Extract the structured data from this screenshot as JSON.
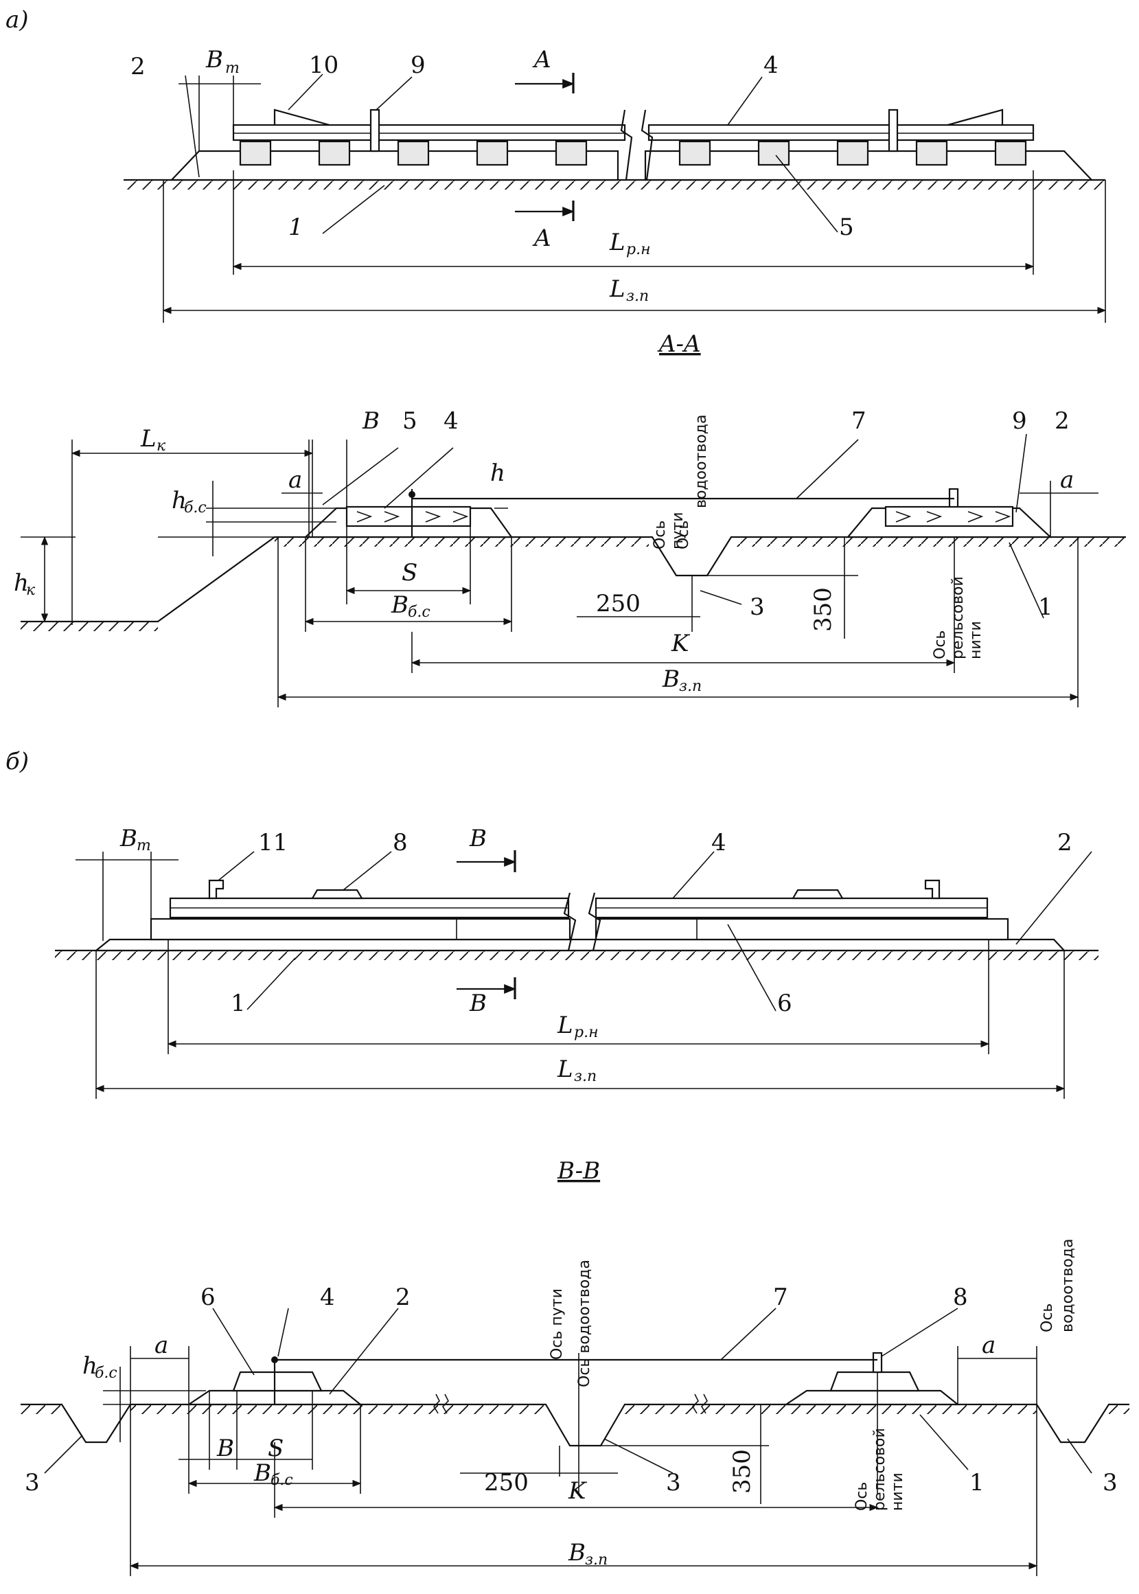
{
  "panel_a": {
    "tag": "а)",
    "labels": {
      "n1": "1",
      "n2": "2",
      "n4": "4",
      "n5": "5",
      "n9": "9",
      "n10": "10",
      "bt": "B",
      "bt_sub": "т",
      "section_a1": "A",
      "section_a2": "A",
      "lrn": "L",
      "lrn_sub": "р.н",
      "lzp": "L",
      "lzp_sub": "з.п"
    }
  },
  "section_aa": {
    "title": "A-A",
    "labels": {
      "lk": "L",
      "lk_sub": "к",
      "hk": "h",
      "hk_sub": "к",
      "hbs": "h",
      "hbs_sub": "б.с",
      "a_left": "a",
      "a_right": "a",
      "b": "B",
      "h": "h",
      "s": "S",
      "bbs": "B",
      "bbs_sub": "б.с",
      "dim250": "250",
      "dim350": "350",
      "k": "K",
      "bzp": "B",
      "bzp_sub": "з.п",
      "n1": "1",
      "n2": "2",
      "n3": "3",
      "n4": "4",
      "n5": "5",
      "n7": "7",
      "n9": "9",
      "axis_track_1": "Ось",
      "axis_track_2": "пути",
      "axis_drain_1": "Ось",
      "axis_drain_2": "водоотвода",
      "axis_rail_1": "Ось",
      "axis_rail_2": "рельсовой",
      "axis_rail_3": "нити"
    }
  },
  "panel_b": {
    "tag": "б)",
    "labels": {
      "n1": "1",
      "n2": "2",
      "n4": "4",
      "n6": "6",
      "n8": "8",
      "n11": "11",
      "bt": "B",
      "bt_sub": "т",
      "section_b1": "B",
      "section_b2": "B",
      "lrn": "L",
      "lrn_sub": "р.н",
      "lzp": "L",
      "lzp_sub": "з.п"
    }
  },
  "section_bb": {
    "title": "B-B",
    "labels": {
      "hbs": "h",
      "hbs_sub": "б.с",
      "a_left": "a",
      "a_right": "a",
      "b": "B",
      "s": "S",
      "bbs": "B",
      "bbs_sub": "б.с",
      "dim250": "250",
      "dim350": "350",
      "k": "K",
      "bzp": "B",
      "bzp_sub": "з.п",
      "n1": "1",
      "n2": "2",
      "n3_left": "3",
      "n3_mid": "3",
      "n3_right": "3",
      "n4": "4",
      "n6": "6",
      "n7": "7",
      "n8": "8",
      "axis_track_1": "Ось пути",
      "axis_drain_1": "Ось водоотвода",
      "axis_drain_r1": "Ось",
      "axis_drain_r2": "водоотвода",
      "axis_rail_1": "Ось",
      "axis_rail_2": "рельсовой",
      "axis_rail_3": "нити"
    }
  }
}
